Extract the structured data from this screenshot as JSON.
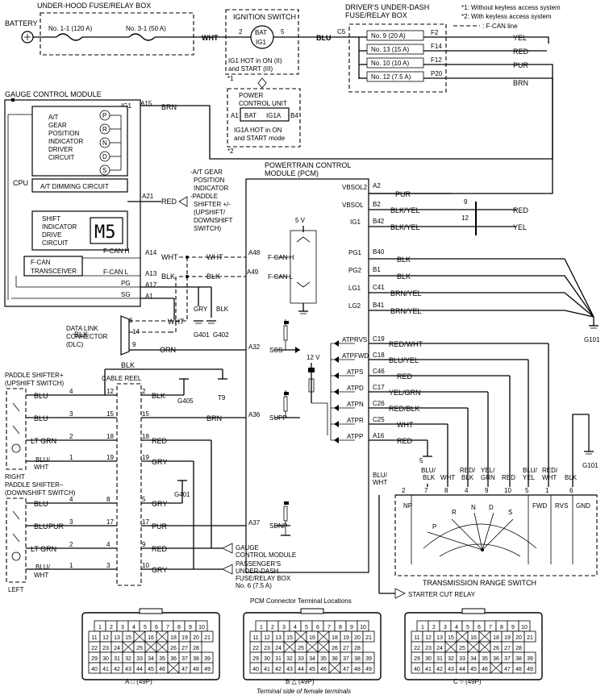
{
  "notes": {
    "n1": "*1: Without keyless access system",
    "n2": "*2: With keyless access system",
    "n3": ": F-CAN line"
  },
  "battery": "BATTERY",
  "underhood": {
    "title": "UNDER-HOOD FUSE/RELAY BOX",
    "fuse1": "No. 1-1 (120 A)",
    "fuse2": "No. 3-1 (50 A)"
  },
  "ignition": {
    "title": "IGNITION SWITCH",
    "bat": "BAT",
    "ig1": "IG1",
    "pin2": "2",
    "pin5": "5",
    "note1": "IG1 HOT in ON (II)",
    "note2": "and START (III)",
    "mark": "*1"
  },
  "pcu": {
    "title1": "POWER",
    "title2": "CONTROL UNIT",
    "a1": "A1",
    "bat": "BAT",
    "ig1a": "IG1A",
    "b4": "B4",
    "note1": "IG1A HOT in ON",
    "note2": "and START mode",
    "mark": "*2"
  },
  "underdash": {
    "title1": "DRIVER'S UNDER-DASH",
    "title2": "FUSE/RELAY BOX",
    "c5": "C5",
    "fuses": [
      {
        "name": "No. 9 (20 A)",
        "pin": "F2",
        "wire": "YEL"
      },
      {
        "name": "No. 13 (15 A)",
        "pin": "F14",
        "wire": "RED"
      },
      {
        "name": "No. 10 (10 A)",
        "pin": "F12",
        "wire": "PUR"
      },
      {
        "name": "No. 12 (7.5 A)",
        "pin": "P20",
        "wire": "BRN"
      }
    ]
  },
  "wires": {
    "wht": "WHT",
    "blu": "BLU",
    "brn": "BRN",
    "red": "RED",
    "pur": "PUR",
    "blkyel": "BLK/YEL",
    "yel": "YEL",
    "blk": "BLK",
    "brnyel": "BRN/YEL",
    "orn": "ORN",
    "gry": "GRY",
    "fcanh": "F-CAN H",
    "fcanl": "F-CAN L",
    "redwht": "RED/WHT",
    "bluwht": "BLU/WHT",
    "redblk": "RED/BLK",
    "yelgrn": "YEL/GRN",
    "ltgrn": "LT GRN",
    "bluwht2a": "BLU/",
    "bluwht2b": "WHT"
  },
  "gcm": {
    "title": "GAUGE CONTROL MODULE",
    "ig1": "IG1",
    "at1": "A/T",
    "at2": "GEAR",
    "at3": "POSITION",
    "at4": "INDICATOR",
    "at5": "DRIVER",
    "at6": "CIRCUIT",
    "gears": [
      "P",
      "R",
      "N",
      "D",
      "S"
    ],
    "cpu": "CPU",
    "dimming": "A/T DIMMING CIRCUIT",
    "shift1": "SHIFT",
    "shift2": "INDICATOR",
    "shift3": "DRIVE",
    "shift4": "CIRCUIT",
    "display": "M5",
    "fcan1": "F-CAN",
    "fcan2": "TRANSCEIVER",
    "fcanh": "F-CAN H",
    "fcanl": "F-CAN L",
    "pg": "PG",
    "sg": "SG",
    "pins": [
      "A15",
      "A21",
      "A14",
      "A13",
      "A17",
      "A1"
    ]
  },
  "indicator_note": [
    "-A/T GEAR",
    "POSITION",
    "INDICATOR",
    "-PADDLE",
    "SHIFTER +/-",
    "(UPSHIFT/",
    "DOWNSHIFT",
    "SWITCH)"
  ],
  "pcm": {
    "title1": "POWERTRAIN CONTROL",
    "title2": "MODULE (PCM)",
    "v5": "5 V",
    "v12": "12 V",
    "pins_left": [
      "A48",
      "A49",
      "A32",
      "A36",
      "A37"
    ],
    "pins_left_labels": [
      "F-CAN H",
      "F-CAN L",
      "SCS",
      "SUPP",
      "SDNP"
    ],
    "right": [
      {
        "sig": "VBSOL2",
        "pin": "A2",
        "wire": "PUR"
      },
      {
        "sig": "VBSOL",
        "pin": "B2",
        "wire": "BLK/YEL"
      },
      {
        "sig": "IG1",
        "pin": "B42",
        "wire": "BLK/YEL"
      },
      {
        "sig": "PG1",
        "pin": "B40",
        "wire": "BLK"
      },
      {
        "sig": "PG2",
        "pin": "B1",
        "wire": "BLK"
      },
      {
        "sig": "LG1",
        "pin": "C41",
        "wire": "BRN/YEL"
      },
      {
        "sig": "LG2",
        "pin": "B41",
        "wire": "BRN/YEL"
      },
      {
        "sig": "ATPRVS",
        "pin": "C19",
        "wire": "RED/WHT"
      },
      {
        "sig": "ATPFWD",
        "pin": "C18",
        "wire": "BLU/YEL"
      },
      {
        "sig": "ATPS",
        "pin": "C46",
        "wire": "RED"
      },
      {
        "sig": "ATPD",
        "pin": "C17",
        "wire": "YEL/GRN"
      },
      {
        "sig": "ATPN",
        "pin": "C26",
        "wire": "RED/BLK"
      },
      {
        "sig": "ATPR",
        "pin": "C25",
        "wire": "WHT"
      },
      {
        "sig": "ATPP",
        "pin": "A16",
        "wire": "RED"
      }
    ],
    "pin9": "9",
    "pin12": "12"
  },
  "dlc": {
    "label1": "DATA LINK",
    "label2": "CONNECTOR",
    "label3": "(DLC)",
    "pins": [
      "6",
      "14",
      "9"
    ]
  },
  "grounds": {
    "g401": "G401",
    "g402": "G402",
    "g405": "G405",
    "t9": "T9",
    "g101": "G101"
  },
  "cable_reel": "CABLE REEL",
  "paddle_up": {
    "title1": "PADDLE SHIFTER+",
    "title2": "(UPSHIFT SWITCH)",
    "pins": [
      "4",
      "3",
      "2",
      "1"
    ],
    "reel_l": [
      "12",
      "15",
      "18",
      "19"
    ],
    "reel_r": [
      "2",
      "15",
      "18",
      "19"
    ]
  },
  "right_label": "RIGHT",
  "paddle_down": {
    "title1": "PADDLE SHIFTER–",
    "title2": "(DOWNSHIFT SWITCH)",
    "pins": [
      "4",
      "3",
      "2",
      "1"
    ],
    "reel_l": [
      "8",
      "17",
      "4",
      "3"
    ],
    "reel_r": [
      "5",
      "17",
      "9",
      "10"
    ]
  },
  "left_label": "LEFT",
  "outputs": {
    "gcm1": "GAUGE",
    "gcm2": "CONTROL MODULE",
    "pass1": "PASSENGER'S",
    "pass2": "UNDER-DASH",
    "pass3": "FUSE/RELAY BOX",
    "pass4": "No. 6 (7.5 A)",
    "starter": "STARTER CUT RELAY"
  },
  "trs": {
    "title": "TRANSMISSION RANGE SWITCH",
    "wires": [
      "BLU/WHT",
      "BLU/BLK",
      "WHT",
      "RED/BLK",
      "YEL/GRN",
      "RED",
      "BLU/YEL",
      "RED/WHT",
      "BLK"
    ],
    "pins": [
      "2",
      "7",
      "8",
      "4",
      "9",
      "10",
      "5",
      "1",
      "6"
    ],
    "positions": [
      "NP",
      "R",
      "N",
      "D",
      "S",
      "FWD",
      "RVS",
      "GND",
      "P"
    ],
    "pin5": "5"
  },
  "connectors": {
    "title": "PCM Connector Terminal Locations",
    "a": "A □ (49P)",
    "b": "B △ (49P)",
    "c": "C ○ (49P)",
    "footer": "Terminal side of female terminals",
    "rows": [
      [
        "1",
        "2",
        "3",
        "4",
        "5",
        "6",
        "7",
        "8",
        "9",
        "10"
      ],
      [
        "11",
        "12",
        "13",
        "15",
        "",
        "16",
        "",
        "18",
        "19",
        "20",
        "21"
      ],
      [
        "22",
        "23",
        "24",
        "",
        "25",
        "",
        "",
        "26",
        "27",
        "28"
      ],
      [
        "29",
        "30",
        "31",
        "32",
        "33",
        "34",
        "35",
        "36",
        "37",
        "38",
        "39"
      ],
      [
        "40",
        "41",
        "42",
        "43",
        "44",
        "45",
        "46",
        "",
        "47",
        "48",
        "49"
      ]
    ]
  }
}
